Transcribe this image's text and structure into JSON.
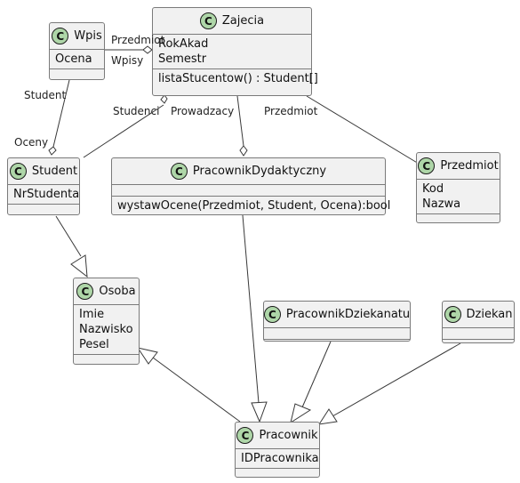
{
  "classes": {
    "wpis": {
      "name": "Wpis",
      "fields": [
        "Ocena"
      ],
      "methods": []
    },
    "zajecia": {
      "name": "Zajecia",
      "fields": [
        "RokAkad",
        "Semestr"
      ],
      "methods": [
        "listaStucentow() : Student[]"
      ]
    },
    "student": {
      "name": "Student",
      "fields": [
        "NrStudenta"
      ],
      "methods": []
    },
    "pracownik_dydaktyczny": {
      "name": "PracownikDydaktyczny",
      "fields": [],
      "methods": [
        "wystawOcene(Przedmiot, Student, Ocena):bool"
      ]
    },
    "przedmiot": {
      "name": "Przedmiot",
      "fields": [
        "Kod",
        "Nazwa"
      ],
      "methods": []
    },
    "osoba": {
      "name": "Osoba",
      "fields": [
        "Imie",
        "Nazwisko",
        "Pesel"
      ],
      "methods": []
    },
    "pracownik_dziekanatu": {
      "name": "PracownikDziekanatu",
      "fields": [],
      "methods": []
    },
    "dziekan": {
      "name": "Dziekan",
      "fields": [],
      "methods": []
    },
    "pracownik": {
      "name": "Pracownik",
      "fields": [
        "IDPracownika"
      ],
      "methods": []
    }
  },
  "labels": {
    "wpis_przedmiot": "Przedmiot",
    "zajecia_wpisy": "Wpisy",
    "wpis_student": "Student",
    "student_oceny": "Oceny",
    "zajecia_studenci": "Studenci",
    "zajecia_prowadzacy": "Prowadzacy",
    "zajecia_przedmiot": "Przedmiot"
  },
  "class_badge": "C",
  "colors": {
    "class_fill": "#f1f1f1",
    "badge_fill": "#aed6a8",
    "line": "#383838"
  }
}
